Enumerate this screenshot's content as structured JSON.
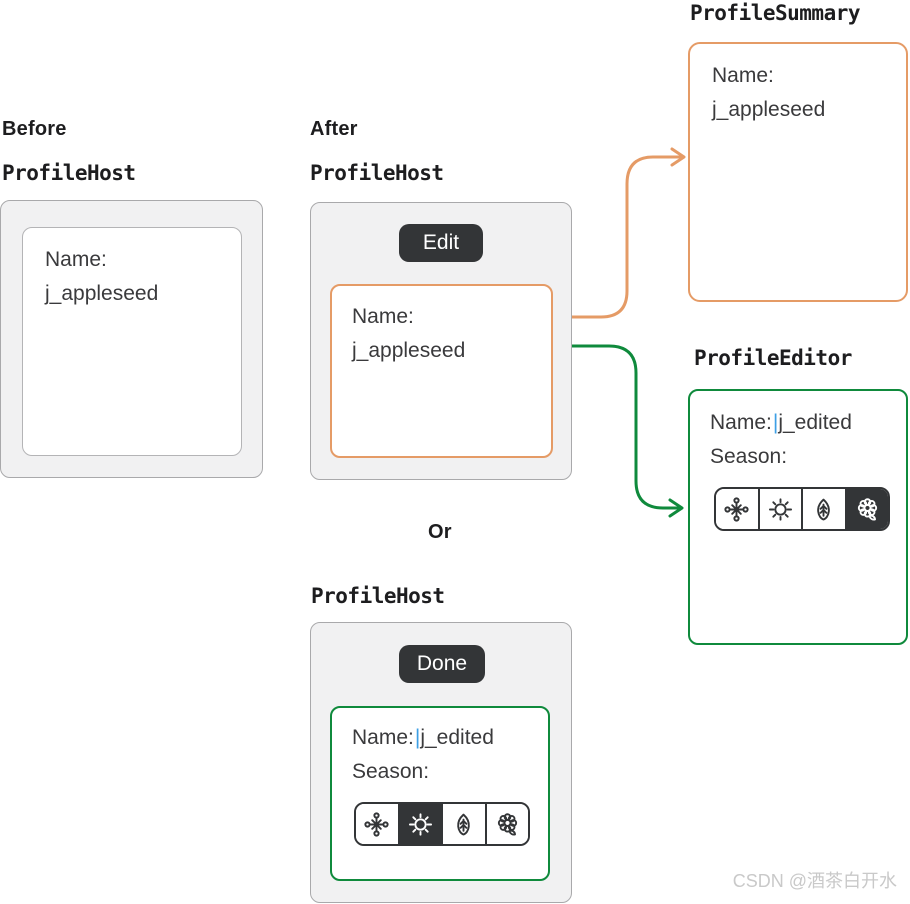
{
  "colors": {
    "orange": "#E59B66",
    "green": "#0F8A3C",
    "dark": "#333537",
    "panel_bg": "#F1F1F2",
    "panel_border": "#A9A9AB",
    "inner_border": "#B4B4B6",
    "text": "#3A3A3C",
    "heading": "#1D1D1F",
    "cursor_blue": "#3D9FE5",
    "watermark": "#C9C9C9"
  },
  "headings": {
    "before": "Before",
    "after": "After",
    "or": "Or"
  },
  "before_host": {
    "title": "ProfileHost",
    "name_label": "Name:",
    "name_value": "j_appleseed"
  },
  "after_host": {
    "title": "ProfileHost",
    "edit_button": "Edit",
    "name_label": "Name:",
    "name_value": "j_appleseed"
  },
  "profile_summary": {
    "title": "ProfileSummary",
    "name_label": "Name:",
    "name_value": "j_appleseed"
  },
  "profile_editor": {
    "title": "ProfileEditor",
    "name_label": "Name:",
    "cursor": "|",
    "name_value": "j_edited",
    "season_label": "Season:",
    "seasons": [
      "winter",
      "summer",
      "autumn",
      "spring"
    ],
    "selected_season": "spring",
    "selected_index": 3
  },
  "done_host": {
    "title": "ProfileHost",
    "done_button": "Done",
    "name_label": "Name:",
    "cursor": "|",
    "name_value": "j_edited",
    "season_label": "Season:",
    "seasons": [
      "winter",
      "summer",
      "autumn",
      "spring"
    ],
    "selected_season": "summer",
    "selected_index": 1
  },
  "watermark": "CSDN @酒茶白开水"
}
